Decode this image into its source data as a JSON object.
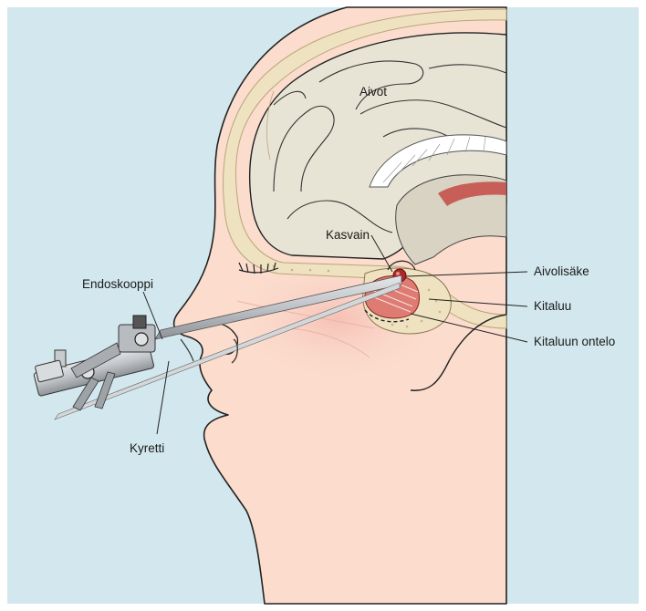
{
  "labels": {
    "brain": "Aivot",
    "tumor": "Kasvain",
    "pituitary": "Aivolisäke",
    "sphenoid_bone": "Kitaluu",
    "sphenoid_sinus": "Kitaluun ontelo",
    "endoscope": "Endoskooppi",
    "curette": "Kyretti"
  },
  "colors": {
    "background": "#d3e8ee",
    "skin": "#fbdccd",
    "brain": "#e8e4d5",
    "bone": "#efe2c0",
    "tumor": "#b1262b",
    "instrument": "#bfc3c7",
    "outline": "#222222"
  }
}
